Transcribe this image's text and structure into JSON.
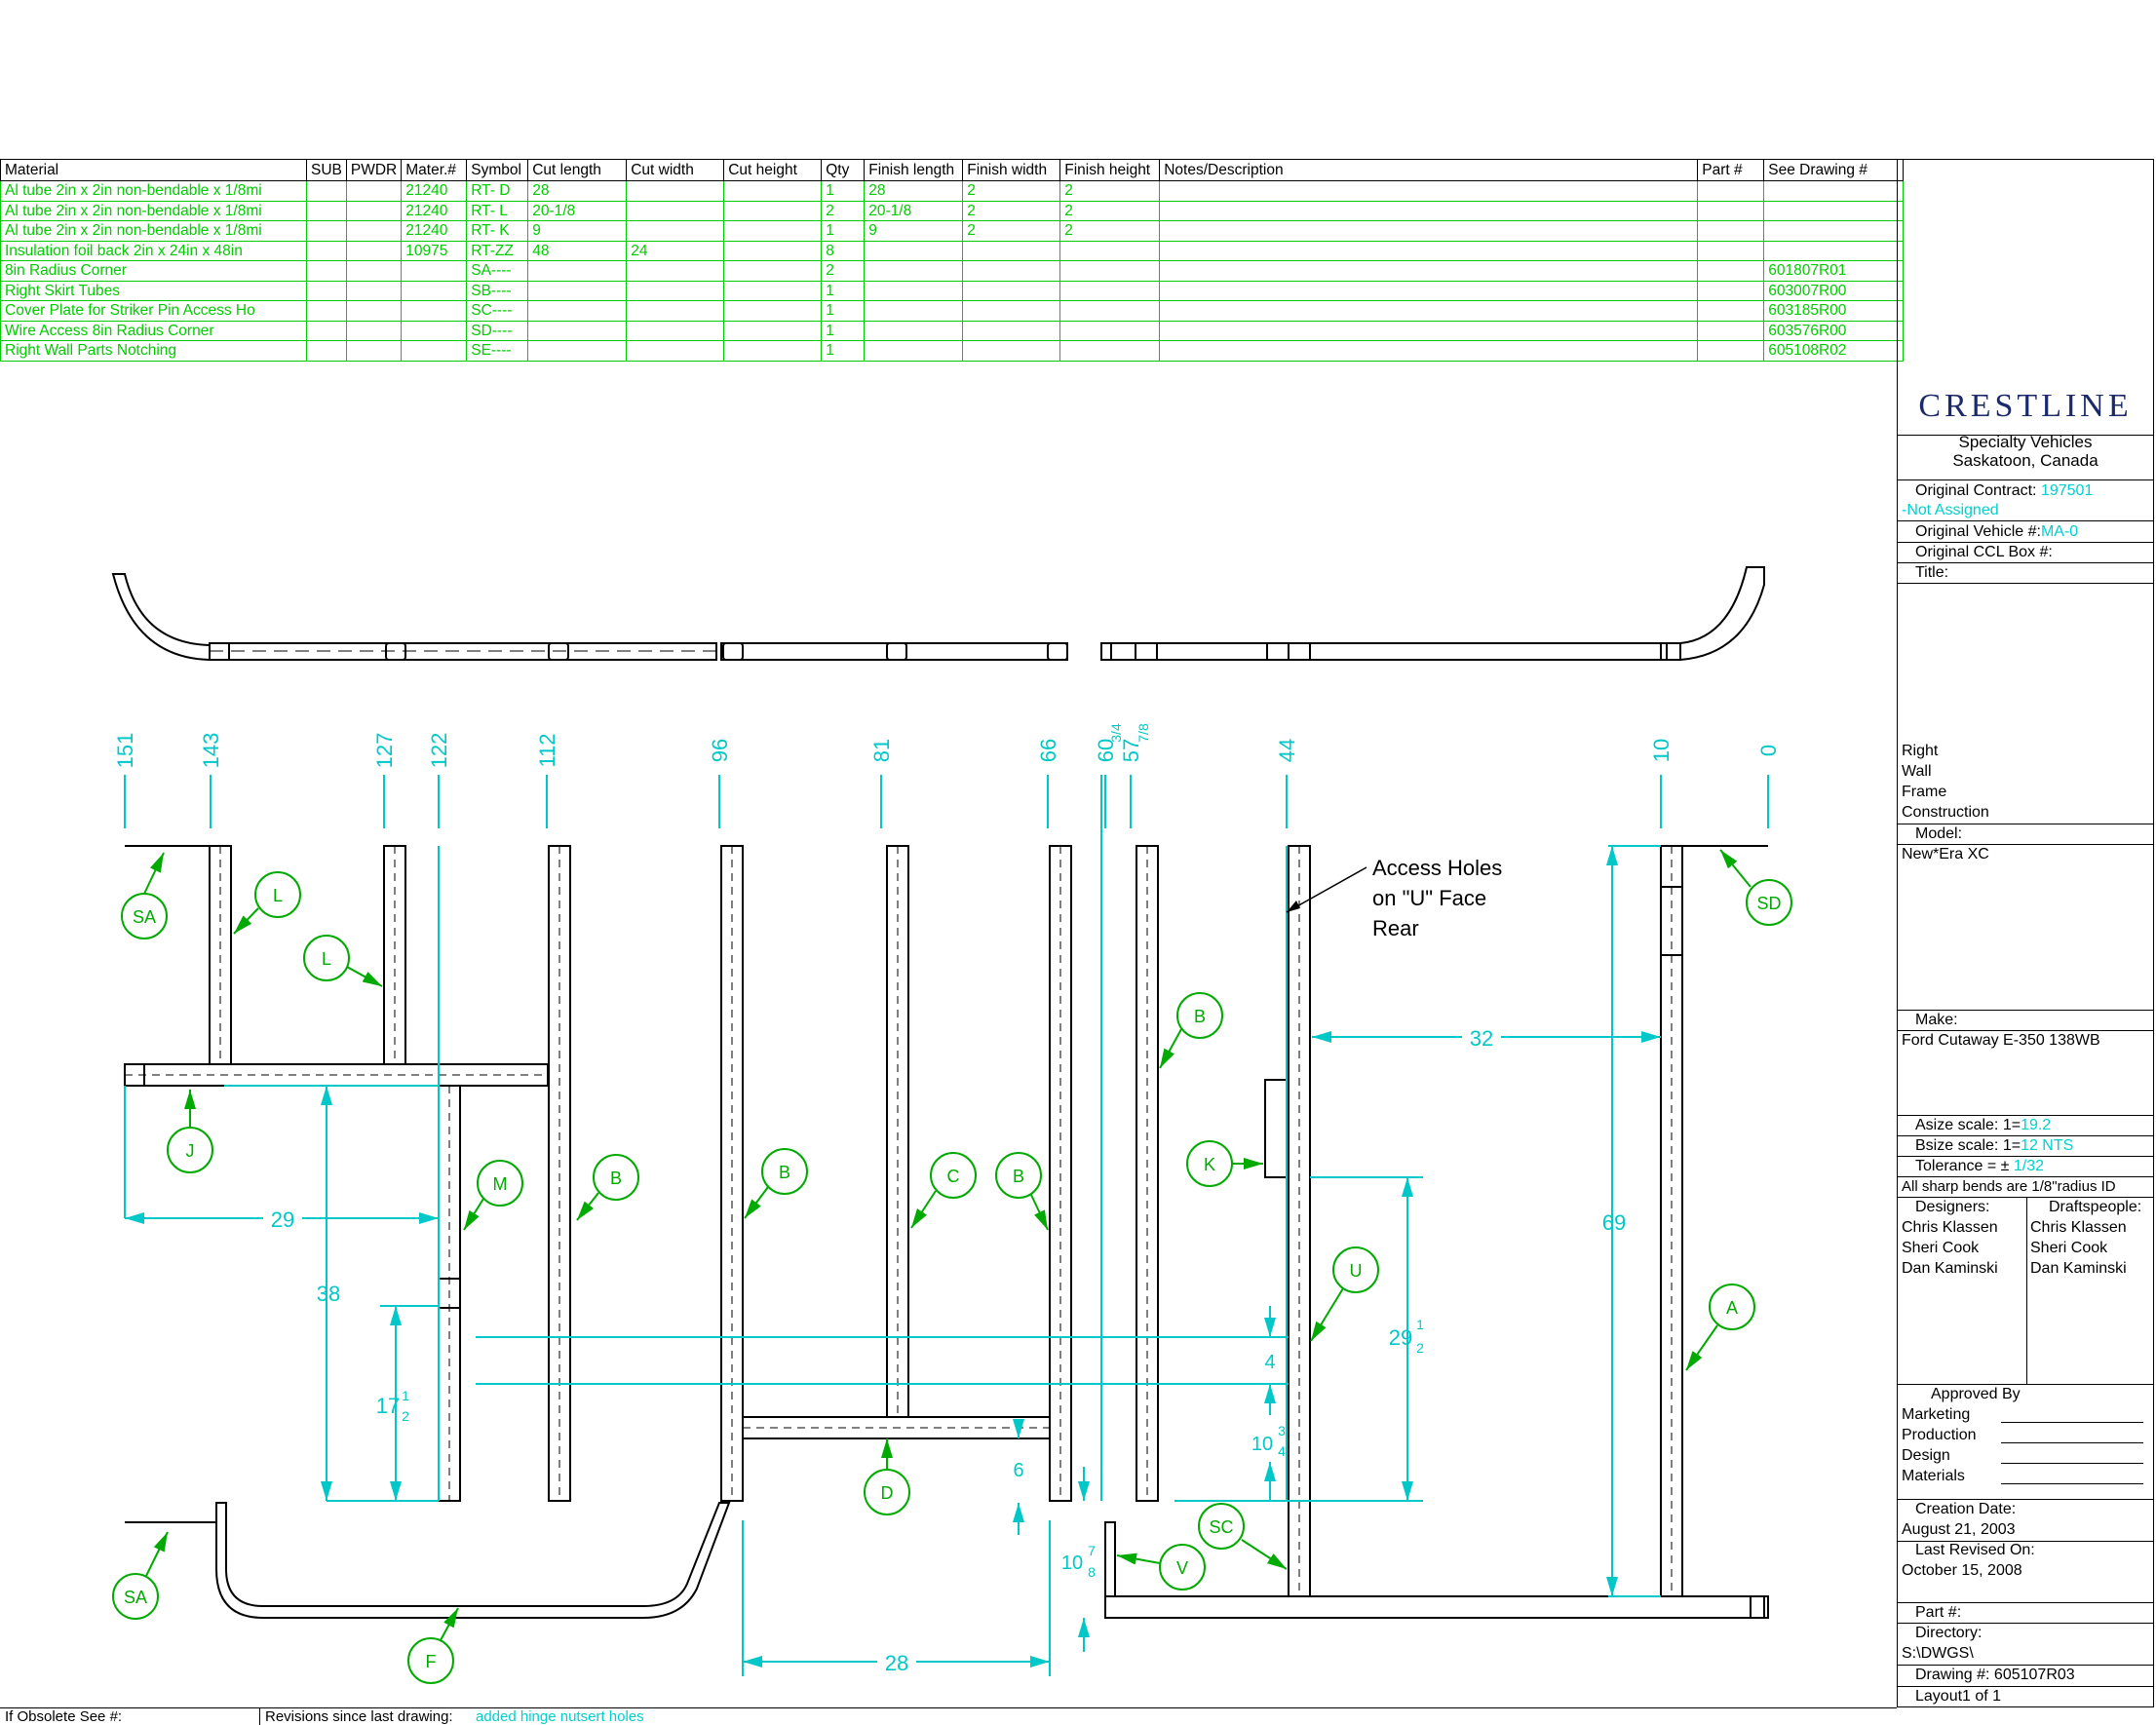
{
  "bom": {
    "headers": [
      "Material",
      "SUB",
      "PWDR",
      "Mater.#",
      "Symbol",
      "Cut length",
      "Cut width",
      "Cut height",
      "Qty",
      "Finish length",
      "Finish width",
      "Finish height",
      "Notes/Description",
      "Part #",
      "See Drawing #"
    ],
    "rows": [
      [
        "Al tube 2in x 2in non-bendable x 1/8mi",
        "",
        "",
        "21240",
        "RT- D",
        "28",
        "",
        "",
        "1",
        "28",
        "2",
        "2",
        "",
        "",
        ""
      ],
      [
        "Al tube 2in x 2in non-bendable x 1/8mi",
        "",
        "",
        "21240",
        "RT- L",
        "20-1/8",
        "",
        "",
        "2",
        "20-1/8",
        "2",
        "2",
        "",
        "",
        ""
      ],
      [
        "Al tube 2in x 2in non-bendable x 1/8mi",
        "",
        "",
        "21240",
        "RT- K",
        "9",
        "",
        "",
        "1",
        "9",
        "2",
        "2",
        "",
        "",
        ""
      ],
      [
        "Insulation foil back 2in x 24in x 48in",
        "",
        "",
        "10975",
        "RT-ZZ",
        "48",
        "24",
        "",
        "8",
        "",
        "",
        "",
        "",
        "",
        ""
      ],
      [
        "8in Radius Corner",
        "",
        "",
        "",
        "SA----",
        "",
        "",
        "",
        "2",
        "",
        "",
        "",
        "",
        "",
        "601807R01"
      ],
      [
        "Right Skirt Tubes",
        "",
        "",
        "",
        "SB----",
        "",
        "",
        "",
        "1",
        "",
        "",
        "",
        "",
        "",
        "603007R00"
      ],
      [
        "Cover Plate for Striker Pin Access Ho",
        "",
        "",
        "",
        "SC----",
        "",
        "",
        "",
        "1",
        "",
        "",
        "",
        "",
        "",
        "603185R00"
      ],
      [
        "Wire Access 8in Radius Corner",
        "",
        "",
        "",
        "SD----",
        "",
        "",
        "",
        "1",
        "",
        "",
        "",
        "",
        "",
        "603576R00"
      ],
      [
        "Right Wall Parts Notching",
        "",
        "",
        "",
        "SE----",
        "",
        "",
        "",
        "1",
        "",
        "",
        "",
        "",
        "",
        "605108R02"
      ]
    ]
  },
  "title_block": {
    "logo": "CRESTLINE",
    "company_line1": "Specialty Vehicles",
    "company_line2": "Saskatoon, Canada",
    "original_contract_label": "Original Contract:",
    "original_contract_value": "197501",
    "not_assigned": "-Not Assigned",
    "original_vehicle_label": "Original Vehicle #:",
    "original_vehicle_value": "MA-0",
    "original_ccl_label": "Original CCL Box #:",
    "title_label": "Title:",
    "title_lines": [
      "Right",
      "Wall",
      "Frame",
      "Construction"
    ],
    "model_label": "Model:",
    "model_value": "New*Era XC",
    "make_label": "Make:",
    "make_value": "Ford Cutaway E-350 138WB",
    "asize_label": "Asize scale:  1=",
    "asize_value": "19.2",
    "bsize_label": "Bsize scale:  1=",
    "bsize_value": "12 NTS",
    "tolerance_label": "Tolerance = ±",
    "tolerance_value": "1/32",
    "bends_note": "All sharp bends are 1/8\"radius ID",
    "designers_label": "Designers:",
    "draftspeople_label": "Draftspeople:",
    "designers": [
      "Chris Klassen",
      "Sheri Cook",
      "Dan Kaminski"
    ],
    "draftspeople": [
      "Chris Klassen",
      "Sheri Cook",
      "Dan Kaminski"
    ],
    "approved_by_label": "Approved By",
    "approvers": [
      "Marketing",
      "Production",
      "Design",
      "Materials"
    ],
    "creation_date_label": "Creation Date:",
    "creation_date_value": "August 21, 2003",
    "last_revised_label": "Last Revised On:",
    "last_revised_value": "October 15, 2008",
    "part_label": "Part #:",
    "directory_label": "Directory:",
    "directory_value": "S:\\DWGS\\",
    "drawing_label": "Drawing #: 605107R03",
    "layout_label": "Layout1 of 1"
  },
  "footer": {
    "obsolete_label": "If Obsolete See #:",
    "revisions_label": "Revisions since last drawing:",
    "revisions_value": "added hinge nutsert holes"
  },
  "drawing": {
    "top_dims": [
      "151",
      "143",
      "127",
      "122",
      "112",
      "96",
      "81",
      "66",
      "60",
      "57",
      "44",
      "10",
      "0"
    ],
    "top_dim_stack": [
      "3/4",
      "7/8"
    ],
    "callouts": [
      "SA",
      "L",
      "L",
      "J",
      "M",
      "B",
      "B",
      "C",
      "B",
      "B",
      "K",
      "U",
      "A",
      "SD",
      "D",
      "SC",
      "V",
      "SA",
      "F"
    ],
    "dims": [
      "32",
      "29",
      "38",
      "17",
      "1",
      "2",
      "69",
      "29",
      "1",
      "2",
      "4",
      "10",
      "3",
      "4",
      "6",
      "10",
      "7",
      "8",
      "28"
    ],
    "annotation": [
      "Access Holes",
      "on \"U\" Face",
      "Rear"
    ]
  }
}
